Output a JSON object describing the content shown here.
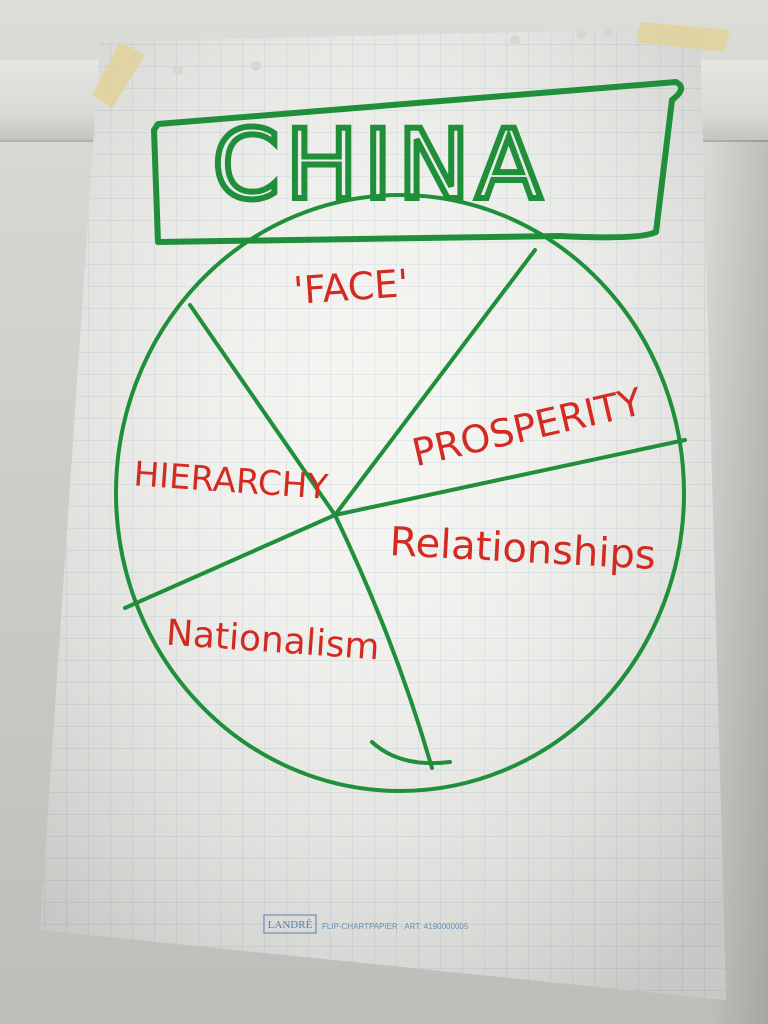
{
  "title": "CHINA",
  "segments": [
    {
      "label": "'FACE'"
    },
    {
      "label": "PROSPERITY"
    },
    {
      "label": "HIERARCHY"
    },
    {
      "label": "Relationships"
    },
    {
      "label": "Nationalism"
    }
  ],
  "footer": {
    "brand": "LANDRÉ",
    "text": "FLIP-CHARTPAPIER · ART. 4190000005"
  },
  "colors": {
    "green_marker": "#1f8f3a",
    "red_marker": "#d42a22",
    "paper": "#f4f4f1",
    "grid": "#c9d3dc"
  }
}
